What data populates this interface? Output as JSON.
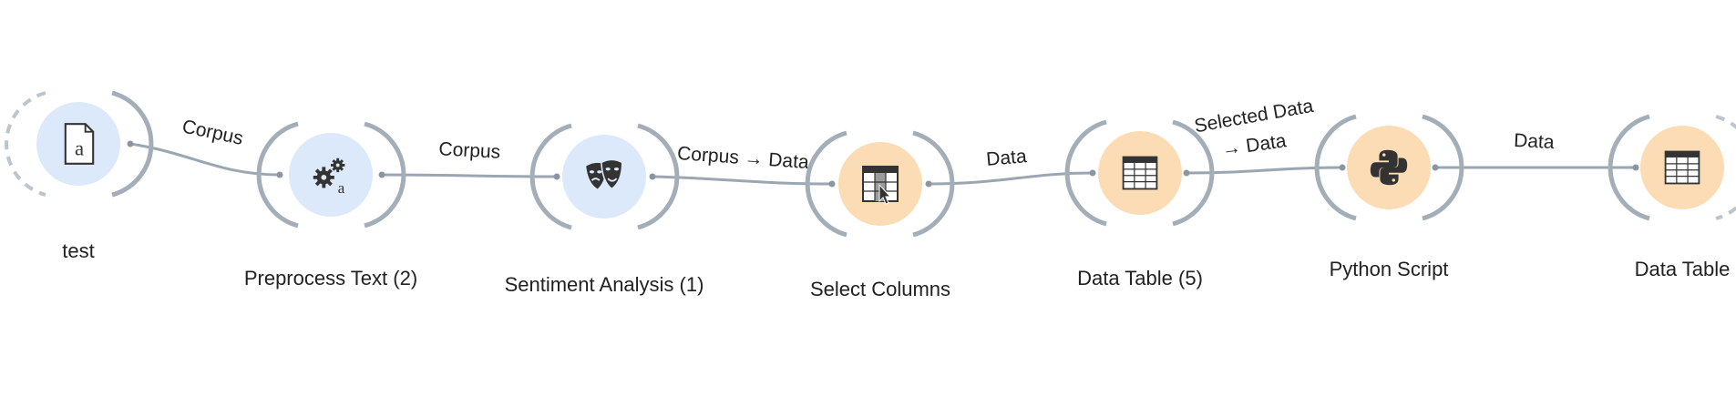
{
  "colors": {
    "blue_fill": "#dbe9fb",
    "orange_fill": "#fcdcb4",
    "link": "#9aa7b2",
    "channel": "#a3aeb8",
    "icon_dark": "#333333"
  },
  "nodes": [
    {
      "label": "test",
      "icon": "document-a-icon",
      "category": "blue"
    },
    {
      "label": "Preprocess Text (2)",
      "icon": "gears-a-icon",
      "category": "blue"
    },
    {
      "label": "Sentiment Analysis (1)",
      "icon": "theater-masks-icon",
      "category": "blue"
    },
    {
      "label": "Select Columns",
      "icon": "select-columns-icon",
      "category": "orange"
    },
    {
      "label": "Data Table (5)",
      "icon": "table-icon",
      "category": "orange"
    },
    {
      "label": "Python Script",
      "icon": "python-icon",
      "category": "orange"
    },
    {
      "label": "Data Table",
      "icon": "table-icon",
      "category": "orange"
    }
  ],
  "links": [
    {
      "label": "Corpus"
    },
    {
      "label": "Corpus"
    },
    {
      "label": "Corpus → Data"
    },
    {
      "label": "Data"
    },
    {
      "label": "Selected Data",
      "label2": "→ Data"
    },
    {
      "label": "Data"
    }
  ]
}
